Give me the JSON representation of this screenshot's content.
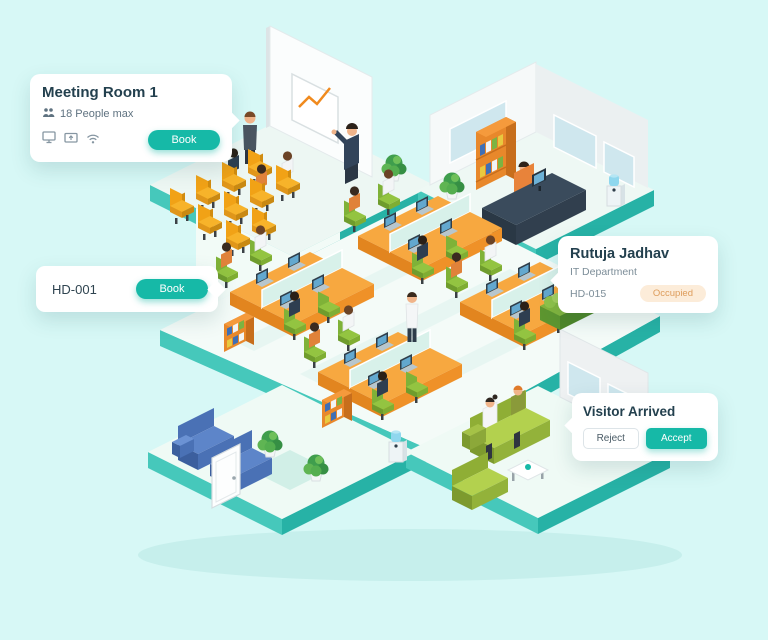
{
  "scene": {
    "background_color": "#d7f8f6",
    "accent_color": "#16b9a7",
    "floor_color": "#f4fbf8",
    "platform_edge_color": "#2cb3a8",
    "status_badge_color": "#fcecd9"
  },
  "meeting_room_card": {
    "title": "Meeting Room 1",
    "capacity_label": "18 People max",
    "book_label": "Book",
    "amenity_icons": [
      "people-icon",
      "display-icon",
      "screenshare-icon",
      "wifi-icon"
    ]
  },
  "desk_card": {
    "desk_code": "HD-001",
    "book_label": "Book"
  },
  "employee_card": {
    "name": "Rutuja Jadhav",
    "department": "IT Department",
    "desk_code": "HD-015",
    "status_label": "Occupied"
  },
  "visitor_card": {
    "title": "Visitor Arrived",
    "reject_label": "Reject",
    "accept_label": "Accept"
  }
}
